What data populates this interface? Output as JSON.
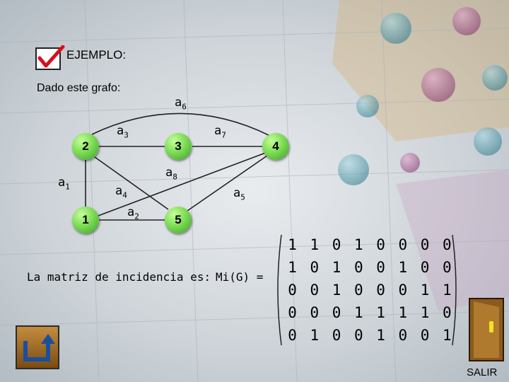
{
  "header": {
    "title": "EJEMPLO:",
    "subtitle": "Dado este grafo:"
  },
  "graph": {
    "nodes": [
      "1",
      "2",
      "3",
      "4",
      "5"
    ],
    "edges": [
      {
        "name": "a",
        "index": "1"
      },
      {
        "name": "a",
        "index": "2"
      },
      {
        "name": "a",
        "index": "3"
      },
      {
        "name": "a",
        "index": "4"
      },
      {
        "name": "a",
        "index": "5"
      },
      {
        "name": "a",
        "index": "6"
      },
      {
        "name": "a",
        "index": "7"
      },
      {
        "name": "a",
        "index": "8"
      }
    ]
  },
  "matrix": {
    "caption": "La matriz de incidencia es:",
    "label": "Mi(G) =",
    "rows": [
      [
        "1",
        "1",
        "0",
        "1",
        "0",
        "0",
        "0",
        "0"
      ],
      [
        "1",
        "0",
        "1",
        "0",
        "0",
        "1",
        "0",
        "0"
      ],
      [
        "0",
        "0",
        "1",
        "0",
        "0",
        "0",
        "1",
        "1"
      ],
      [
        "0",
        "0",
        "0",
        "1",
        "1",
        "1",
        "1",
        "0"
      ],
      [
        "0",
        "1",
        "0",
        "0",
        "1",
        "0",
        "0",
        "1"
      ]
    ]
  },
  "nav": {
    "exit_label": "SALIR"
  },
  "colors": {
    "node": "#7edc55",
    "check": "#d6101a"
  },
  "icons": {
    "check": "checkmark-icon",
    "back": "back-arrow-icon",
    "exit": "door-icon"
  }
}
